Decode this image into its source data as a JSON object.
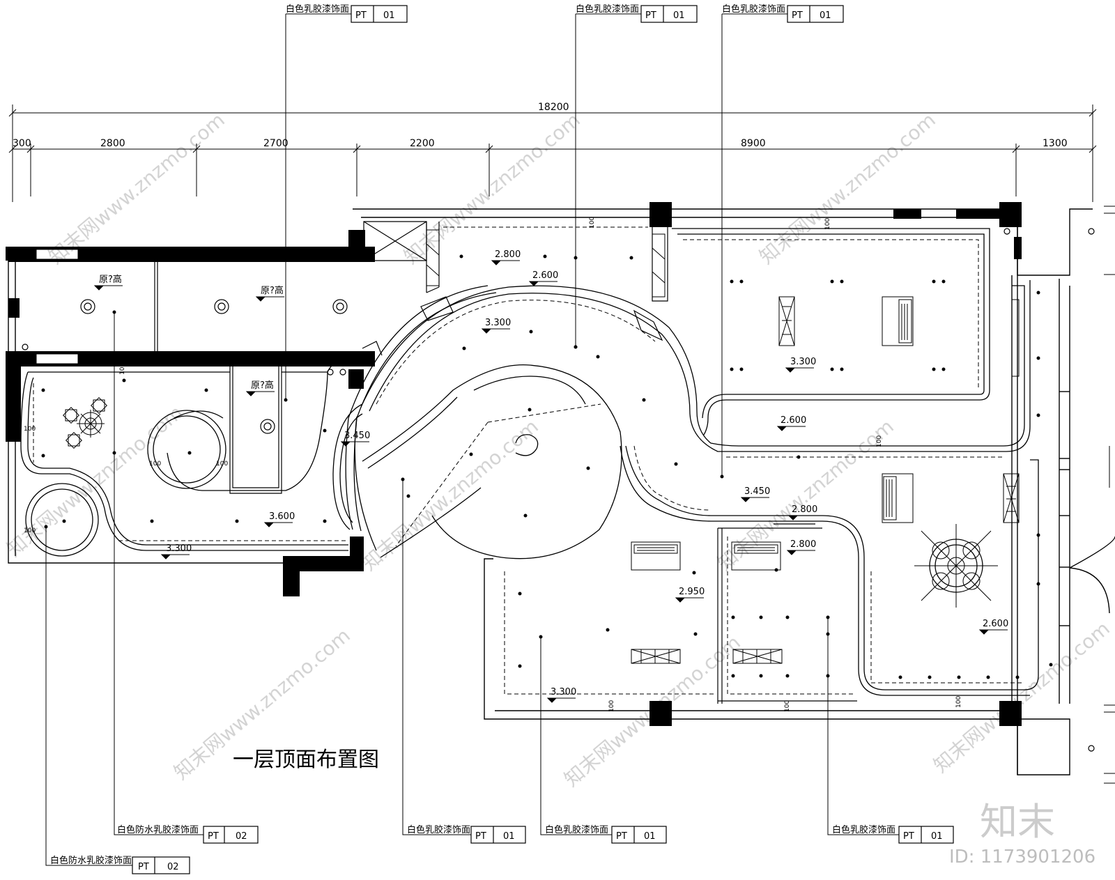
{
  "drawing": {
    "title": "一层顶面布置图",
    "overall_dimension": "18200",
    "segment_dimensions": [
      "300",
      "2800",
      "2700",
      "2200",
      "8900",
      "1300"
    ],
    "ceiling_heights": [
      "2.800",
      "2.600",
      "3.300",
      "原?高",
      "原?高",
      "原?高",
      "3.300",
      "2.600",
      "3.450",
      "3.600",
      "3.300",
      "3.450",
      "2.800",
      "2.800",
      "2.950",
      "3.300",
      "2.600"
    ],
    "leader_tags": [
      {
        "material": "白色乳胶漆饰面",
        "code": "PT",
        "num": "01"
      },
      {
        "material": "白色乳胶漆饰面",
        "code": "PT",
        "num": "01"
      },
      {
        "material": "白色乳胶漆饰面",
        "code": "PT",
        "num": "01"
      },
      {
        "material": "白色防水乳胶漆饰面",
        "code": "PT",
        "num": "02"
      },
      {
        "material": "白色乳胶漆饰面",
        "code": "PT",
        "num": "01"
      },
      {
        "material": "白色乳胶漆饰面",
        "code": "PT",
        "num": "01"
      },
      {
        "material": "白色乳胶漆饰面",
        "code": "PT",
        "num": "01"
      },
      {
        "material": "白色防水乳胶漆饰面",
        "code": "PT",
        "num": "02"
      }
    ],
    "offset_marks": [
      "100",
      "100",
      "100",
      "100",
      "100",
      "100",
      "100",
      "100",
      "100",
      "100",
      "100"
    ]
  },
  "watermark": {
    "brand": "知末",
    "id_text": "ID: 1173901206",
    "site_text": "知末网www.znzmo.com"
  }
}
